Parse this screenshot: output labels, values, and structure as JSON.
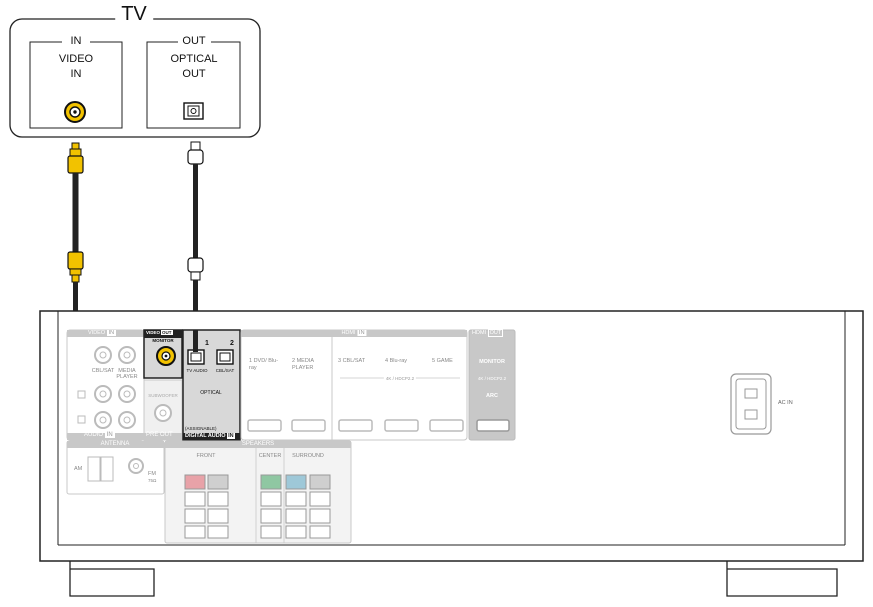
{
  "tv": {
    "title": "TV",
    "in_group": "IN",
    "out_group": "OUT",
    "video_in_line1": "VIDEO",
    "video_in_line2": "IN",
    "optical_out_line1": "OPTICAL",
    "optical_out_line2": "OUT"
  },
  "receiver": {
    "video_in_header": "VIDEO",
    "video_in_badge": "IN",
    "video_out_header": "VIDEO",
    "video_out_badge": "OUT",
    "monitor_label": "MONITOR",
    "cbl_sat": "CBL/SAT",
    "media_player": "MEDIA PLAYER",
    "audio_in": "AUDIO",
    "audio_in_badge": "IN",
    "pre_out": "PRE OUT",
    "subwoofer": "SUBWOOFER",
    "optical_1": "1",
    "optical_2": "2",
    "tv_audio": "TV AUDIO",
    "optical_cbl_sat": "CBL/SAT",
    "optical_label": "OPTICAL",
    "assignable": "(ASSIGNABLE)",
    "digital_audio_in": "DIGITAL AUDIO",
    "digital_audio_badge": "IN",
    "hdmi_in_header": "HDMI",
    "hdmi_in_badge": "IN",
    "hdmi_1": "1  DVD/ Blu-ray",
    "hdmi_2": "2  MEDIA PLAYER",
    "hdmi_3": "3  CBL/SAT",
    "hdmi_4": "4  Blu-ray",
    "hdmi_5": "5  GAME",
    "hdcp": "4K / HDCP2.2",
    "hdmi_out_header": "HDMI",
    "hdmi_out_badge": "OUT",
    "hdmi_monitor": "MONITOR",
    "hdmi_out_hdcp": "4K / HDCP2.2",
    "arc": "ARC",
    "antenna": "ANTENNA",
    "am": "AM",
    "fm": "FM",
    "fm_ohm": "75Ω",
    "speakers": "SPEAKERS",
    "front": "FRONT",
    "center": "CENTER",
    "surround": "SURROUND",
    "ac_in": "AC IN"
  }
}
